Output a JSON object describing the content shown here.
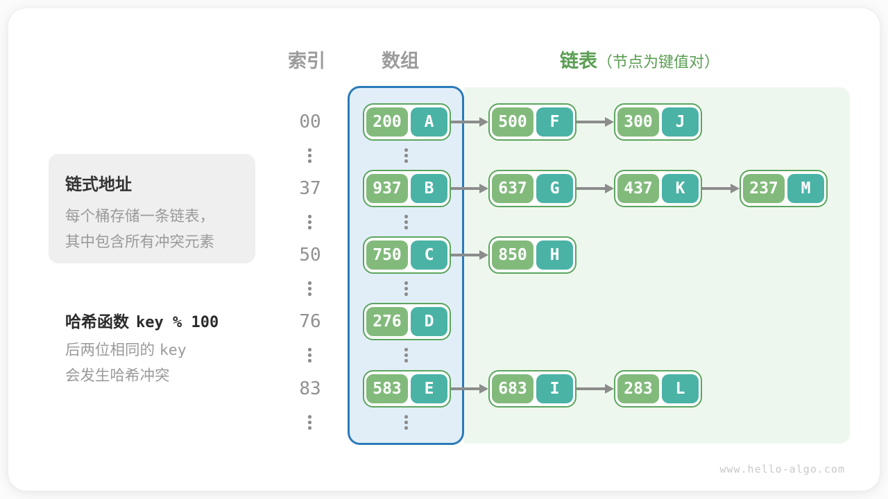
{
  "headers": {
    "index": "索引",
    "array": "数组",
    "list": "链表",
    "list_note": "（节点为键值对）"
  },
  "sidebar": {
    "info_box": {
      "title": "链式地址",
      "line1": "每个桶存储一条链表，",
      "line2": "其中包含所有冲突元素"
    },
    "hash_note": {
      "label": "哈希函数",
      "formula": "key % 100",
      "gray_line1_prefix": "后两位相同的 ",
      "gray_line1_mono": "key",
      "gray_line2": "会发生哈希冲突"
    }
  },
  "chart_data": {
    "type": "diagram",
    "subject": "hash-table-separate-chaining",
    "rows": [
      {
        "index": "00",
        "nodes": [
          {
            "key": "200",
            "value": "A"
          },
          {
            "key": "500",
            "value": "F"
          },
          {
            "key": "300",
            "value": "J"
          }
        ]
      },
      {
        "index": "37",
        "nodes": [
          {
            "key": "937",
            "value": "B"
          },
          {
            "key": "637",
            "value": "G"
          },
          {
            "key": "437",
            "value": "K"
          },
          {
            "key": "237",
            "value": "M"
          }
        ]
      },
      {
        "index": "50",
        "nodes": [
          {
            "key": "750",
            "value": "C"
          },
          {
            "key": "850",
            "value": "H"
          }
        ]
      },
      {
        "index": "76",
        "nodes": [
          {
            "key": "276",
            "value": "D"
          }
        ]
      },
      {
        "index": "83",
        "nodes": [
          {
            "key": "583",
            "value": "E"
          },
          {
            "key": "683",
            "value": "I"
          },
          {
            "key": "283",
            "value": "L"
          }
        ]
      }
    ]
  },
  "watermark": "www.hello-algo.com",
  "colors": {
    "key_green": "#82ba7c",
    "value_teal": "#4ab3a6",
    "node_border": "#5aa55e",
    "array_border": "#2b7ab9",
    "array_fill": "#e1eef8",
    "list_fill": "#eef7ed",
    "arrow_gray": "#8c8c8c",
    "header_gray": "#9b9b9b",
    "accent_green": "#5a9e52"
  }
}
